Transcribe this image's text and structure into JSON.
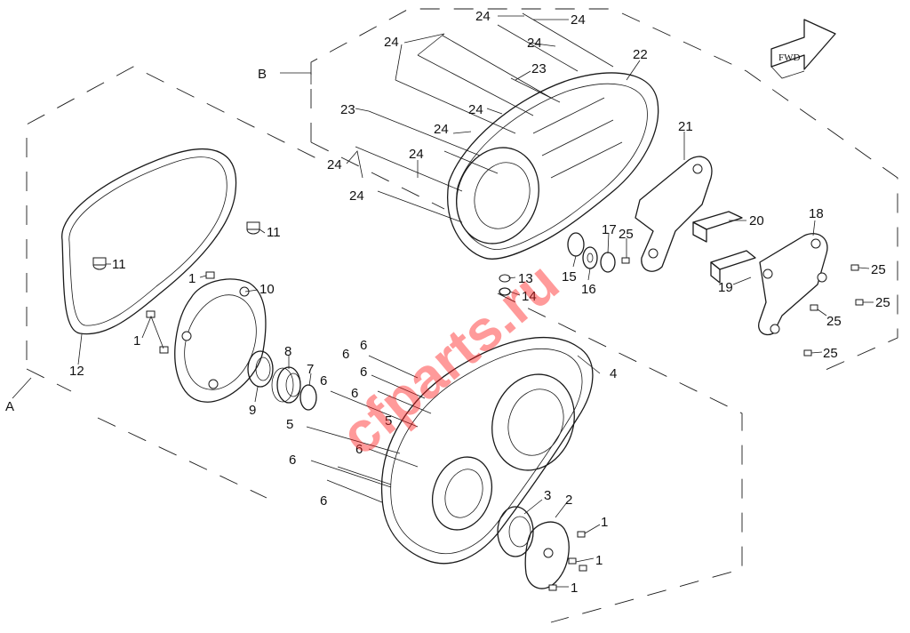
{
  "diagram": {
    "section_labels": {
      "a": "A",
      "b": "B"
    },
    "fwd_label": "FWD",
    "watermark": "cfparts.ru",
    "callouts": [
      {
        "id": "c24a",
        "text": "24"
      },
      {
        "id": "c24b",
        "text": "24"
      },
      {
        "id": "c24c",
        "text": "24"
      },
      {
        "id": "c24d",
        "text": "24"
      },
      {
        "id": "c22",
        "text": "22"
      },
      {
        "id": "c23a",
        "text": "23"
      },
      {
        "id": "c23b",
        "text": "23"
      },
      {
        "id": "c24e",
        "text": "24"
      },
      {
        "id": "c24f",
        "text": "24"
      },
      {
        "id": "c24g",
        "text": "24"
      },
      {
        "id": "c24h",
        "text": "24"
      },
      {
        "id": "c24i",
        "text": "24"
      },
      {
        "id": "c21",
        "text": "21"
      },
      {
        "id": "c20",
        "text": "20"
      },
      {
        "id": "c18",
        "text": "18"
      },
      {
        "id": "c17",
        "text": "17"
      },
      {
        "id": "c25a",
        "text": "25"
      },
      {
        "id": "c13",
        "text": "13"
      },
      {
        "id": "c14",
        "text": "14"
      },
      {
        "id": "c15",
        "text": "15"
      },
      {
        "id": "c16",
        "text": "16"
      },
      {
        "id": "c19",
        "text": "19"
      },
      {
        "id": "c25b",
        "text": "25"
      },
      {
        "id": "c25c",
        "text": "25"
      },
      {
        "id": "c25d",
        "text": "25"
      },
      {
        "id": "c25e",
        "text": "25"
      },
      {
        "id": "c11a",
        "text": "11"
      },
      {
        "id": "c11b",
        "text": "11"
      },
      {
        "id": "c1a",
        "text": "1"
      },
      {
        "id": "c10",
        "text": "10"
      },
      {
        "id": "c1b",
        "text": "1"
      },
      {
        "id": "c12",
        "text": "12"
      },
      {
        "id": "c8",
        "text": "8"
      },
      {
        "id": "c7",
        "text": "7"
      },
      {
        "id": "c9",
        "text": "9"
      },
      {
        "id": "c6a",
        "text": "6"
      },
      {
        "id": "c6b",
        "text": "6"
      },
      {
        "id": "c6c",
        "text": "6"
      },
      {
        "id": "c6d",
        "text": "6"
      },
      {
        "id": "c6e",
        "text": "6"
      },
      {
        "id": "c6f",
        "text": "6"
      },
      {
        "id": "c6g",
        "text": "6"
      },
      {
        "id": "c6h",
        "text": "6"
      },
      {
        "id": "c5a",
        "text": "5"
      },
      {
        "id": "c5b",
        "text": "5"
      },
      {
        "id": "c4",
        "text": "4"
      },
      {
        "id": "c3",
        "text": "3"
      },
      {
        "id": "c2",
        "text": "2"
      },
      {
        "id": "c1c",
        "text": "1"
      },
      {
        "id": "c1d",
        "text": "1"
      },
      {
        "id": "c1e",
        "text": "1"
      }
    ]
  }
}
